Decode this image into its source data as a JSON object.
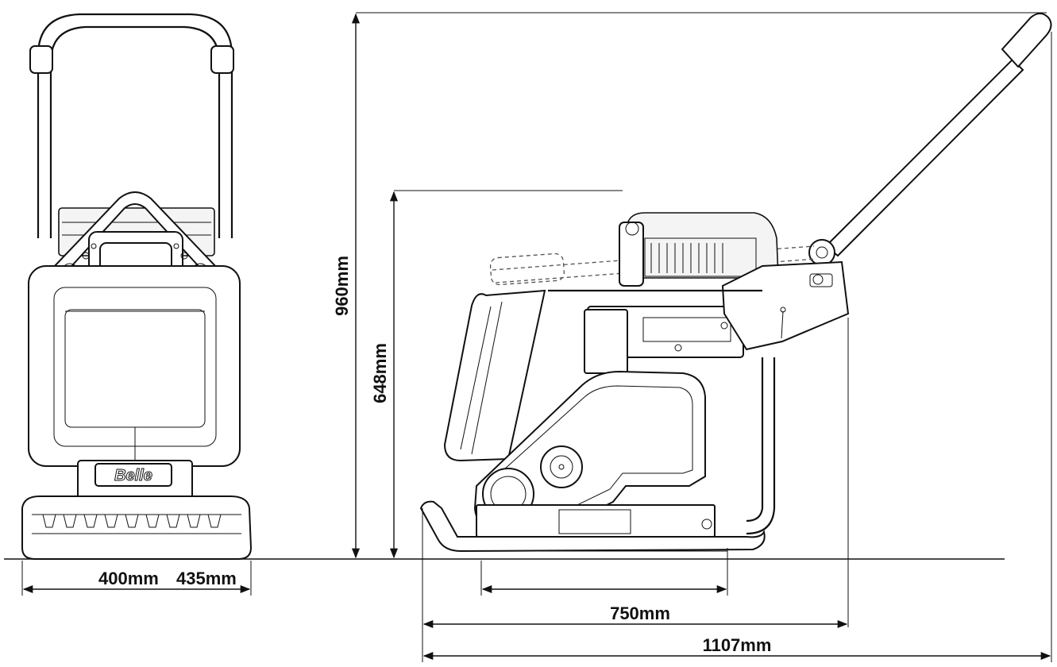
{
  "dimensions": {
    "overall_height": "960mm",
    "machine_height": "648mm",
    "base_width": "400mm",
    "outer_width": "435mm",
    "plate_length": "750mm",
    "overall_length": "1107mm"
  },
  "brand_label": "Belle",
  "line_color": "#111111",
  "background_color": "#ffffff"
}
